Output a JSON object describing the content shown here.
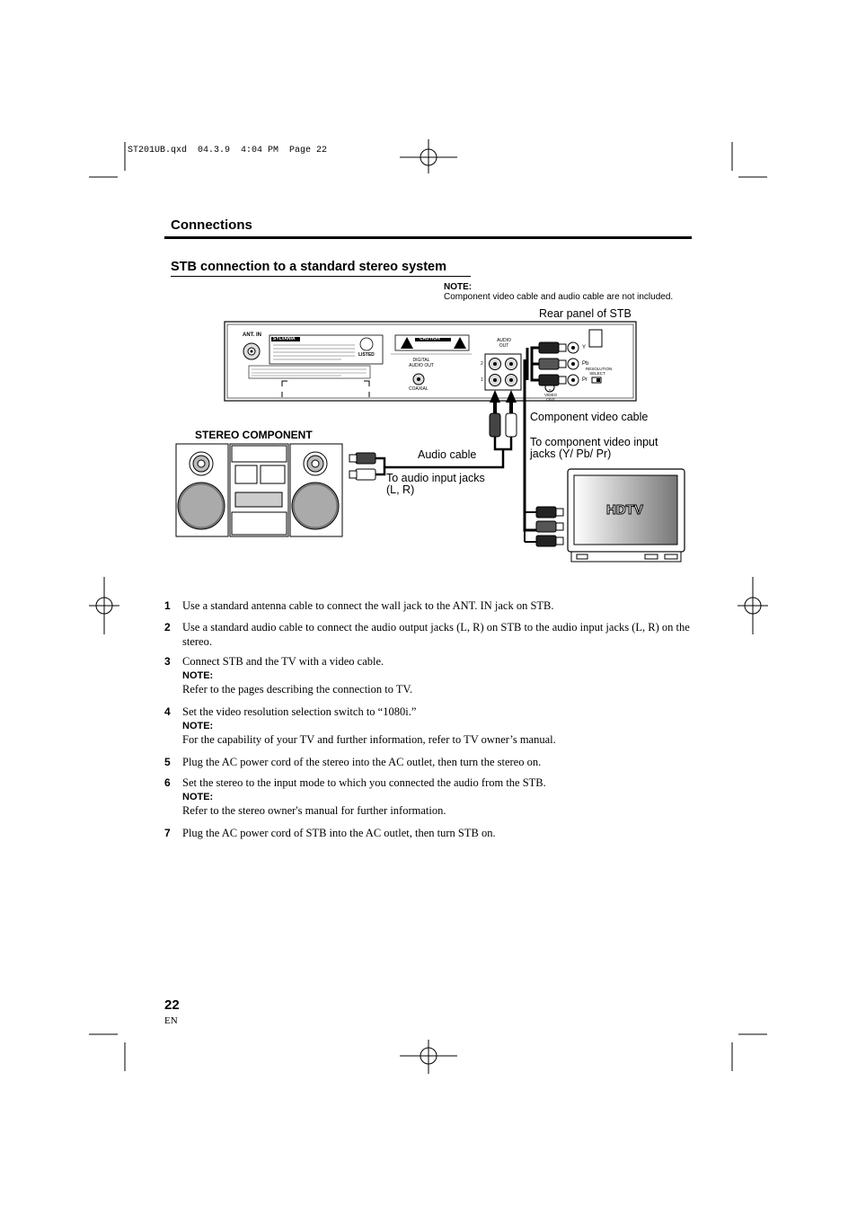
{
  "print_header": "ST201UB.qxd  04.3.9  4:04 PM  Page 22",
  "section_title": "Connections",
  "subsection_title": "STB connection to a standard stereo system",
  "top_note": {
    "label": "NOTE:",
    "text": "Component video cable and audio cable are not included."
  },
  "diagram": {
    "rear_panel_label": "Rear panel of STB",
    "stereo_label": "STEREO COMPONENT",
    "component_cable_label": "Component video cable",
    "component_input_label_1": "To component video input",
    "component_input_label_2": "jacks (Y/ Pb/ Pr)",
    "audio_cable_label": "Audio cable",
    "audio_input_label_1": "To audio input jacks",
    "audio_input_label_2": "(L, R)",
    "tv_label": "HDTV",
    "panel": {
      "ant_in": "ANT. IN",
      "brand": "SYLVANIA",
      "caution": "CAUTION",
      "listed": "LISTED",
      "audio_out": "AUDIO OUT",
      "digital_audio_out": "DIGITAL AUDIO OUT",
      "coaxial": "COAXIAL",
      "y": "Y",
      "pb": "Pb",
      "pr": "Pr",
      "resolution_select": "RESOLUTION SELECT",
      "svideo_out": "S-VIDEO OUT",
      "ch1": "1",
      "ch2": "2"
    }
  },
  "steps": [
    {
      "num": "1",
      "text": "Use a standard antenna cable to connect the wall jack to the ANT. IN jack on STB."
    },
    {
      "num": "2",
      "text": "Use a standard audio cable to connect the audio output jacks (L, R) on STB to the audio input jacks (L, R) on the stereo."
    },
    {
      "num": "3",
      "text": "Connect STB and the TV with a video cable.",
      "note_label": "NOTE:",
      "note": "Refer to the pages describing the connection to TV."
    },
    {
      "num": "4",
      "text": "Set the video resolution selection switch to “1080i.”",
      "note_label": "NOTE:",
      "note": "For the capability of your TV and further information, refer to TV owner’s manual."
    },
    {
      "num": "5",
      "text": "Plug the AC power cord of the stereo into the AC outlet, then turn the stereo on."
    },
    {
      "num": "6",
      "text": "Set the stereo to the input mode to which you connected the audio from the STB.",
      "note_label": "NOTE:",
      "note": "Refer to the stereo owner's manual for further information."
    },
    {
      "num": "7",
      "text": "Plug the AC power cord of STB into the AC outlet, then turn STB on."
    }
  ],
  "footer": {
    "page_number": "22",
    "language": "EN"
  }
}
